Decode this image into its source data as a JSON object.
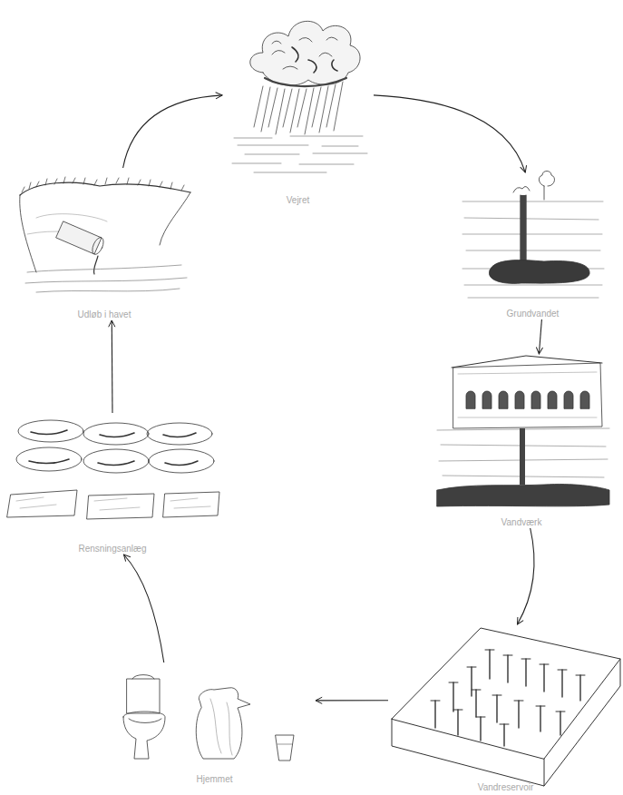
{
  "diagram": {
    "nodes": [
      {
        "text": [
          "Vejret"
        ]
      },
      {
        "text": [
          "Grundvandet"
        ]
      },
      {
        "text": [
          "Vandværk"
        ]
      },
      {
        "text": [
          "Vandreservoir"
        ]
      },
      {
        "text": [
          "Hjemmet"
        ]
      },
      {
        "text": [
          "Rensningsanlæg"
        ]
      },
      {
        "text": [
          "Udløb i havet"
        ]
      }
    ],
    "edges": [
      {
        "from": 0,
        "to": 1,
        "arrow": "to"
      },
      {
        "from": 1,
        "to": 2,
        "arrow": "to"
      },
      {
        "from": 2,
        "to": 3,
        "arrow": "to"
      },
      {
        "from": 3,
        "to": 4,
        "arrow": "to"
      },
      {
        "from": 4,
        "to": 5,
        "arrow": "to"
      },
      {
        "from": 5,
        "to": 6,
        "arrow": "to"
      },
      {
        "from": 6,
        "to": 0,
        "arrow": "to"
      }
    ]
  }
}
